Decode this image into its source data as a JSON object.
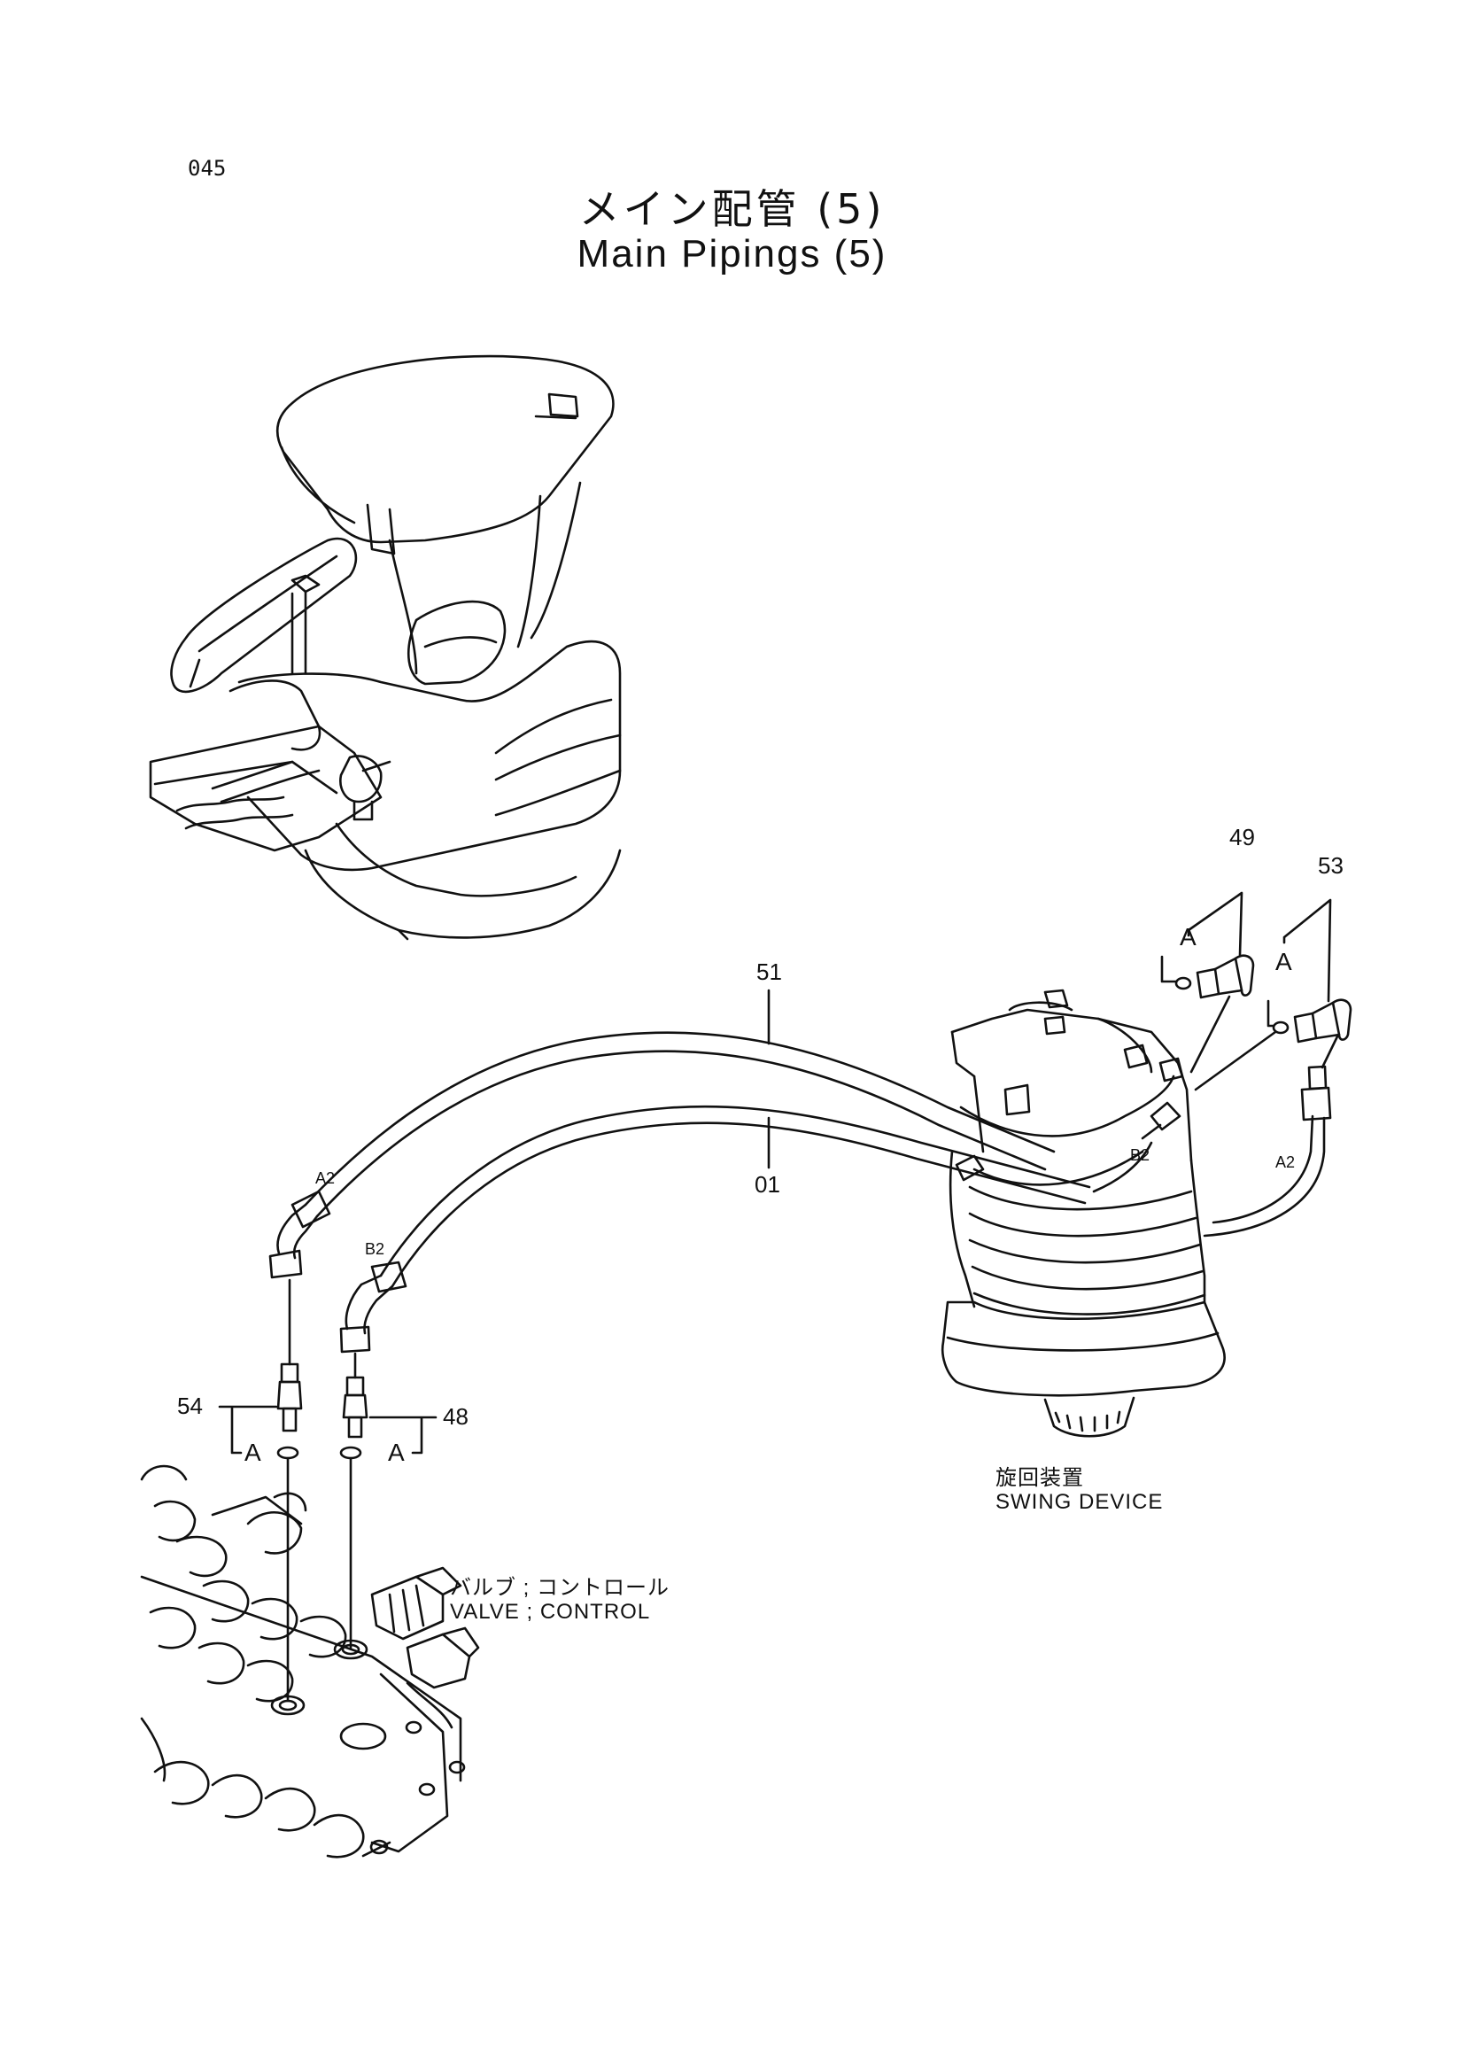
{
  "page_number": "045",
  "title_jp": "メイン配管 (5)",
  "title_en": "Main Pipings (5)",
  "callouts": {
    "c49": "49",
    "c53": "53",
    "c51": "51",
    "c01": "01",
    "c54": "54",
    "c48": "48"
  },
  "detail_letters": {
    "a_49": "A",
    "a_53": "A",
    "a_54": "A",
    "a_48": "A"
  },
  "port_labels": {
    "a2_left": "A2",
    "b2_left": "B2",
    "b2_right": "B2",
    "a2_right": "A2"
  },
  "captions": {
    "swing_jp": "旋回装置",
    "swing_en": "SWING  DEVICE",
    "valve_jp": "バルブ ; コントロール",
    "valve_en": "VALVE ; CONTROL"
  }
}
